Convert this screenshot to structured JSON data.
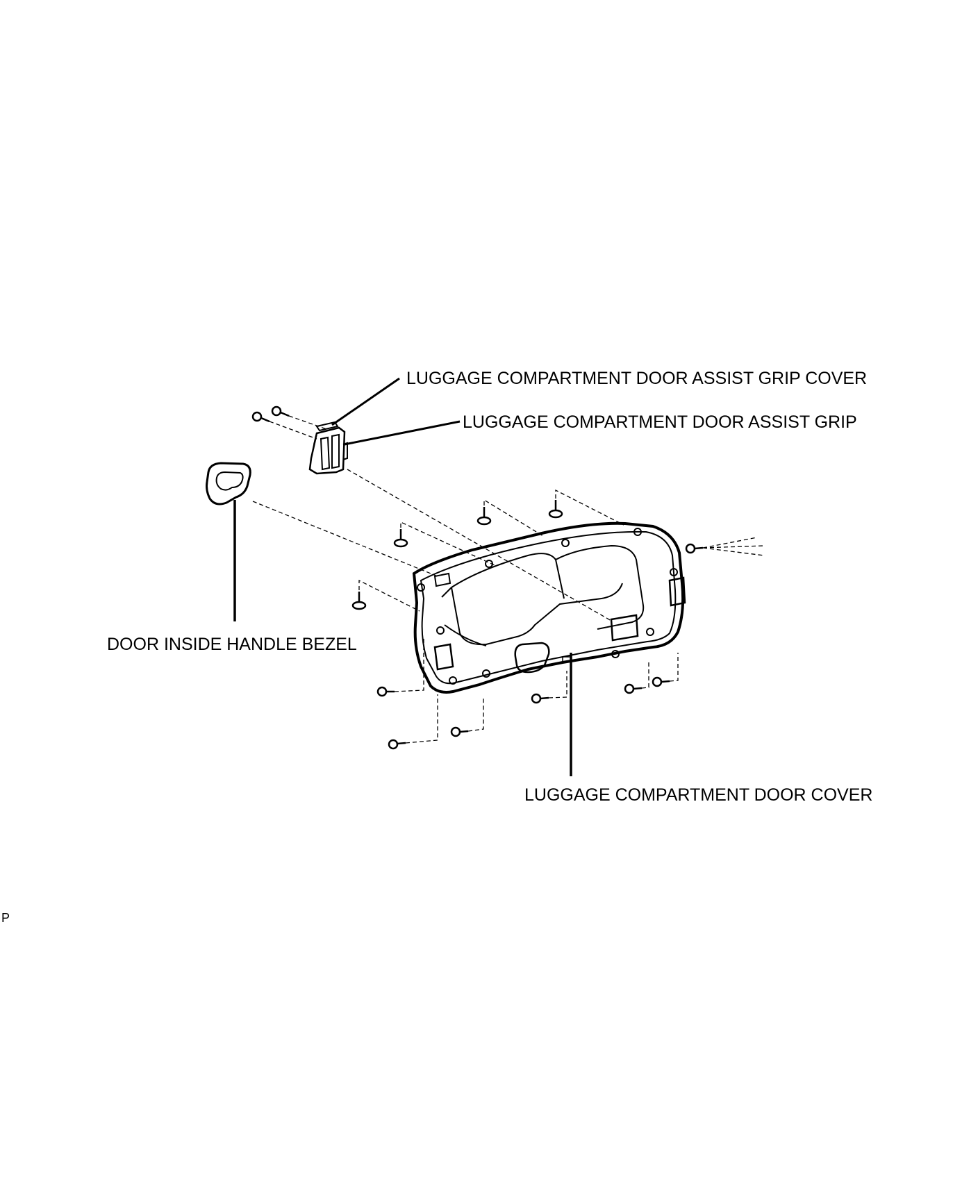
{
  "diagram": {
    "labels": {
      "assist_grip_cover": "LUGGAGE COMPARTMENT DOOR ASSIST GRIP COVER",
      "assist_grip": "LUGGAGE COMPARTMENT DOOR ASSIST GRIP",
      "inside_handle_bezel": "DOOR INSIDE HANDLE BEZEL",
      "door_cover": "LUGGAGE COMPARTMENT DOOR COVER"
    },
    "reference_mark": "P"
  },
  "colors": {
    "line": "#000000",
    "background": "#ffffff"
  }
}
